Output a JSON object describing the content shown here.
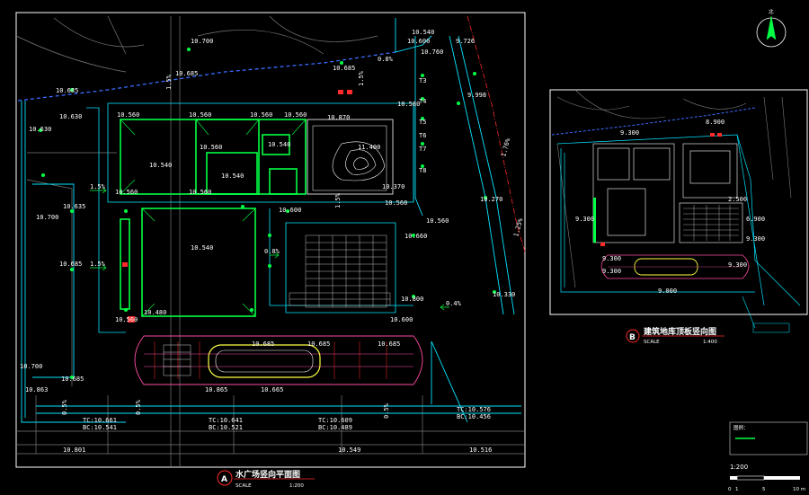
{
  "plan_a": {
    "marker": "A",
    "title": "水广场竖向平面图",
    "scale_label": "SCALE",
    "scale_value": "1:200",
    "elevations": {
      "e1": "10.700",
      "e2": "10.685",
      "e3": "10.600",
      "e4": "10.685",
      "e5": "10.685",
      "e6": "10.630",
      "e7": "10.630",
      "e8": "10.560",
      "e9": "10.560",
      "e10": "10.560",
      "e11": "10.560",
      "e12": "10.870",
      "e13": "10.580",
      "e14": "10.540",
      "e15": "10.540",
      "e16": "10.540",
      "e17": "11.400",
      "e18": "10.560",
      "e19": "10.560",
      "e20": "10.560",
      "e21": "10.370",
      "e22": "10.560",
      "e23": "10.635",
      "e24": "10.700",
      "e25": "10.540",
      "e26": "10.600",
      "e27": "10.660",
      "e28": "10.685",
      "e29": "10.560",
      "e30": "10.480",
      "e31": "10.800",
      "e32": "10.600",
      "e33": "10.330",
      "e34": "10.270",
      "e35": "10.560",
      "e36": "10.700",
      "e37": "10.685",
      "e38": "10.863",
      "e39": "10.685",
      "e40": "10.685",
      "e41": "10.865",
      "e42": "10.665",
      "e43": "10.685",
      "e44": "10.801",
      "e45": "10.549",
      "e46": "10.516",
      "e47": "10.760",
      "e48": "9.998",
      "e49": "9.726",
      "e50": "10.540"
    },
    "slopes": {
      "s1": "0.8%",
      "s2": "1.5%",
      "s3": "1.5%",
      "s4": "0.8%",
      "s5": "0.4%",
      "s6": "1.5%",
      "s7": "0.5%",
      "s8": "0.5%",
      "s9": "1.5%",
      "s10": "1.76%",
      "s11": "0.5%",
      "s12": "1.25%",
      "s13": "1.5%"
    },
    "tc_bc": {
      "tc1": "TC:10.661",
      "bc1": "BC:10.541",
      "tc2": "TC:10.641",
      "bc2": "BC:10.521",
      "tc3": "TC:10.609",
      "bc3": "BC:10.489",
      "tc4": "TC:10.576",
      "bc4": "BC:10.456"
    },
    "grid_labels": [
      "T3",
      "T4",
      "T5",
      "T6",
      "T7",
      "T8"
    ]
  },
  "plan_b": {
    "marker": "B",
    "title": "建筑地库顶板竖向图",
    "scale_label": "SCALE",
    "scale_value": "1:400",
    "elevations": {
      "b1": "8.900",
      "b2": "9.300",
      "b3": "9.300",
      "b4": "2.500",
      "b5": "6.900",
      "b6": "9.300",
      "b7": "9.300",
      "b8": "9.300",
      "b9": "9.300",
      "b10": "9.000"
    }
  },
  "legend": {
    "title": "图例："
  },
  "bar_scale": {
    "label": "1:200",
    "ticks": [
      "0",
      "1",
      "5",
      "10 m"
    ]
  },
  "north": {
    "label": "北"
  },
  "colors": {
    "background": "#000000",
    "frame": "#ffffff",
    "building": "#00ff44",
    "cyan": "#00e5ff",
    "red": "#ff2a2a",
    "yellow": "#ffff44",
    "grey": "#8a8a8a",
    "blue": "#3a6cff"
  }
}
